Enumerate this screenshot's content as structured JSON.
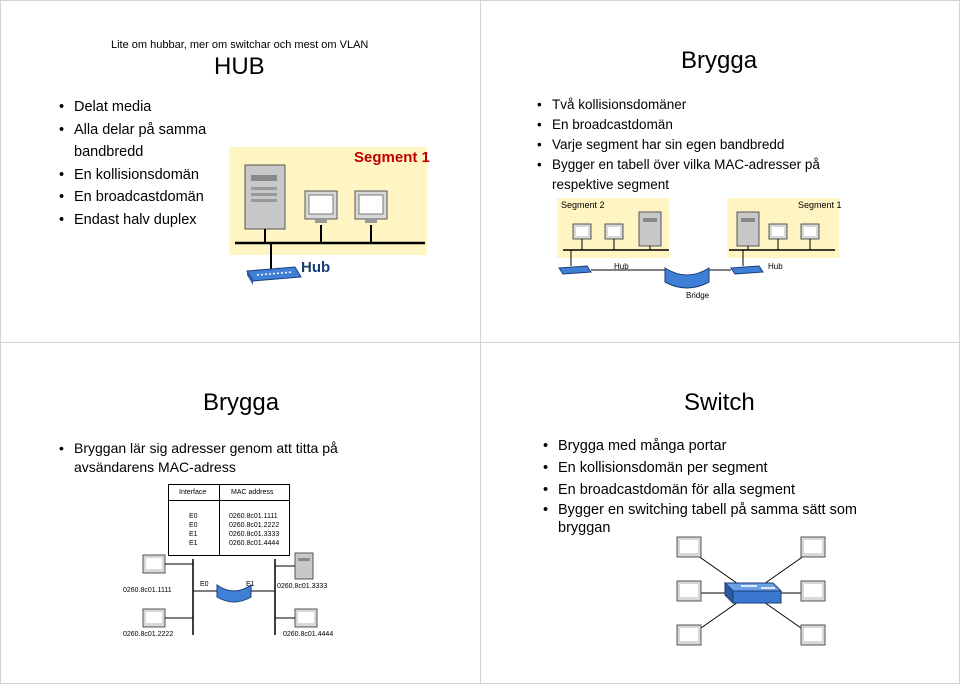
{
  "slide1": {
    "header": "Lite om hubbar, mer om switchar och mest om VLAN",
    "title": "HUB",
    "bullets": [
      "Delat media",
      "Alla delar på samma bandbredd",
      "En kollisionsdomän",
      "En broadcastdomän",
      "Endast halv duplex"
    ],
    "segment_label": "Segment 1",
    "hub_label": "Hub"
  },
  "slide2": {
    "title": "Brygga",
    "bullets": [
      "Två kollisionsdomäner",
      "En broadcastdomän",
      "Varje segment har sin egen bandbredd",
      "Bygger en tabell över vilka MAC-adresser på respektive segment"
    ],
    "segment2_label": "Segment 2",
    "segment1_label": "Segment 1",
    "hub_left_label": "Hub",
    "hub_right_label": "Hub",
    "bridge_label": "Bridge"
  },
  "slide3": {
    "title": "Brygga",
    "bullets": [
      "Bryggan lär sig adresser genom att titta på avsändarens MAC-adress"
    ],
    "table": {
      "headers": [
        "Interface",
        "MAC address"
      ],
      "rows": [
        [
          "E0",
          "0260.8c01.1111"
        ],
        [
          "E0",
          "0260.8c01.2222"
        ],
        [
          "E1",
          "0260.8c01.3333"
        ],
        [
          "E1",
          "0260.8c01.4444"
        ]
      ]
    },
    "port_e0": "E0",
    "port_e1": "E1",
    "mac_labels": [
      "0260.8c01.1111",
      "0260.8c01.2222",
      "0260.8c01.3333",
      "0260.8c01.4444"
    ]
  },
  "slide4": {
    "title": "Switch",
    "bullets": [
      "Brygga med många portar",
      "En kollisionsdomän per segment",
      "En broadcastdomän för alla segment",
      "Bygger en switching tabell på samma sätt som bryggan"
    ]
  },
  "colors": {
    "segment_yellow": "#fff5c2",
    "hub_blue": "#3f7fd6",
    "switch_blue": "#3a78d0"
  }
}
